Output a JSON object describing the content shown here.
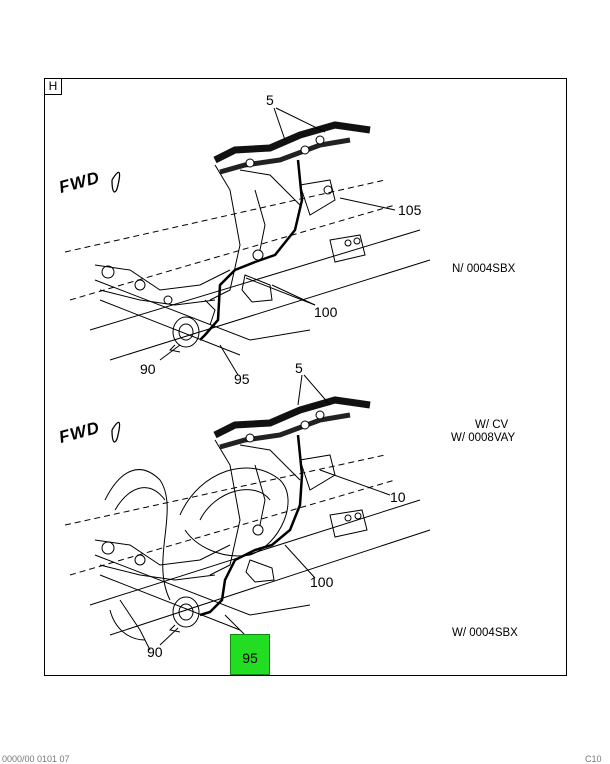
{
  "section_label": "H",
  "fwd_label": "FWD",
  "upper_view": {
    "callouts": {
      "c5": "5",
      "c105": "105",
      "c100": "100",
      "c90": "90",
      "c95": "95"
    },
    "note": "N/ 0004SBX"
  },
  "lower_view": {
    "callouts": {
      "c5": "5",
      "c10": "10",
      "c100": "100",
      "c90": "90",
      "c95": "95"
    },
    "note_line1": "W/ CV",
    "note_line2": "W/ 0008VAY",
    "note_bottom": "W/ 0004SBX"
  },
  "footer_left": "0000/00 0101 07",
  "footer_right": "C10",
  "colors": {
    "highlight": "#22dd22",
    "line": "#000000",
    "frame": "#000000"
  }
}
